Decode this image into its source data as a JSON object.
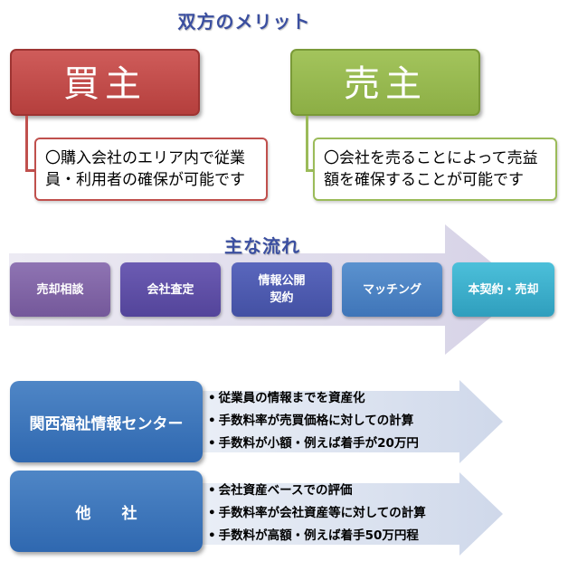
{
  "titles": {
    "merit": "双方のメリット",
    "flow": "主な流れ"
  },
  "buyer": {
    "label": "買主",
    "merit": "〇購入会社のエリア内で従業員・利用者の確保が可能です"
  },
  "seller": {
    "label": "売主",
    "merit": "〇会社を売ることによって売益額を確保することが可能です"
  },
  "flow_steps": [
    {
      "label": "売却相談"
    },
    {
      "label": "会社査定"
    },
    {
      "label_line1": "情報公開",
      "label_line2": "契約"
    },
    {
      "label": "マッチング"
    },
    {
      "label": "本契約・売却"
    }
  ],
  "comparison": [
    {
      "name": "関西福祉情報センター",
      "points": [
        "従業員の情報までを資産化",
        "手数料率が売買価格に対しての計算",
        "手数料が小額・例えば着手が20万円"
      ]
    },
    {
      "name": "他社",
      "points": [
        "会社資産ベースでの評価",
        "手数料率が会社資産等に対しての計算",
        "手数料が高額・例えば着手50万円程"
      ]
    }
  ],
  "colors": {
    "buyer": "#c0504d",
    "seller": "#9bbb59",
    "title": "#3b4fa0",
    "step1": "#8064a2",
    "step2": "#5e4fa6",
    "step3": "#4c5ab0",
    "step4": "#4f86c6",
    "step5": "#3fb0cc",
    "company": "#3a75bb",
    "arrow": "#d3d9ea"
  }
}
